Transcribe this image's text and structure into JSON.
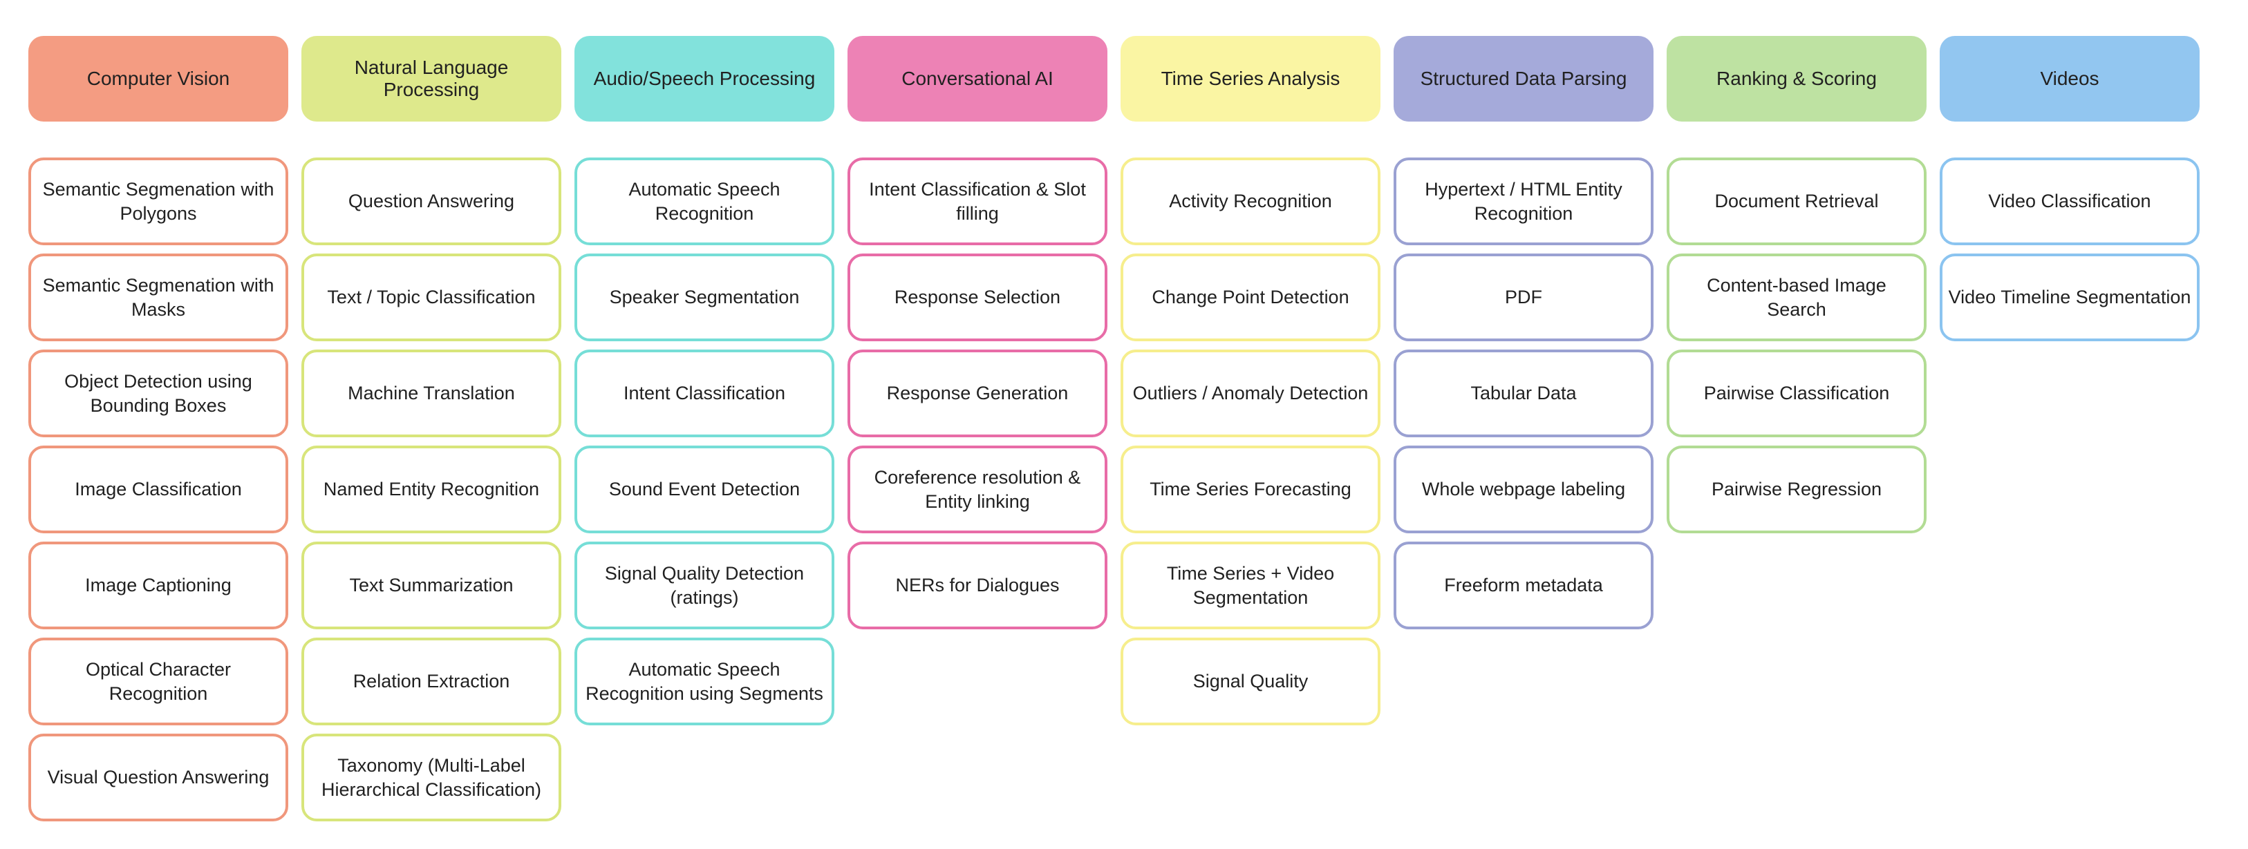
{
  "page": {
    "background": "#ffffff",
    "text_color": "#212121"
  },
  "columns": [
    {
      "id": "computer-vision",
      "label": "Computer Vision",
      "header_fill": "#F49C82",
      "card_border": "#F0977C",
      "items": [
        "Semantic Segmenation with Polygons",
        "Semantic Segmenation with Masks",
        "Object Detection using Bounding Boxes",
        "Image Classification",
        "Image Captioning",
        "Optical Character Recognition",
        "Visual Question Answering"
      ]
    },
    {
      "id": "natural-language-processing",
      "label": "Natural Language Processing",
      "header_fill": "#DEE98C",
      "card_border": "#D8E57B",
      "items": [
        "Question Answering",
        "Text / Topic Classification",
        "Machine Translation",
        "Named Entity Recognition",
        "Text Summarization",
        "Relation Extraction",
        "Taxonomy (Multi-Label Hierarchical Classification)"
      ]
    },
    {
      "id": "audio-speech-processing",
      "label": "Audio/Speech Processing",
      "header_fill": "#82E2DC",
      "card_border": "#76DED7",
      "items": [
        "Automatic Speech Recognition",
        "Speaker Segmentation",
        "Intent Classification",
        "Sound Event Detection",
        "Signal Quality Detection (ratings)",
        "Automatic Speech Recognition using Segments"
      ]
    },
    {
      "id": "conversational-ai",
      "label": "Conversational AI",
      "header_fill": "#ED82B5",
      "card_border": "#E86CA7",
      "items": [
        "Intent Classification & Slot filling",
        "Response Selection",
        "Response Generation",
        "Coreference resolution & Entity linking",
        "NERs for Dialogues"
      ]
    },
    {
      "id": "time-series-analysis",
      "label": "Time Series Analysis",
      "header_fill": "#FAF5A3",
      "card_border": "#F6EE8D",
      "items": [
        "Activity Recognition",
        "Change Point Detection",
        "Outliers / Anomaly Detection",
        "Time Series Forecasting",
        "Time Series + Video Segmentation",
        "Signal Quality"
      ]
    },
    {
      "id": "structured-data-parsing",
      "label": "Structured Data Parsing",
      "header_fill": "#A5AADA",
      "card_border": "#9AA1D2",
      "items": [
        "Hypertext / HTML Entity Recognition",
        "PDF",
        "Tabular Data",
        "Whole webpage labeling",
        "Freeform metadata"
      ]
    },
    {
      "id": "ranking-scoring",
      "label": "Ranking & Scoring",
      "header_fill": "#BEE2A2",
      "card_border": "#B2DC94",
      "items": [
        "Document Retrieval",
        "Content-based Image Search",
        "Pairwise Classification",
        "Pairwise Regression"
      ]
    },
    {
      "id": "videos",
      "label": "Videos",
      "header_fill": "#92C6F0",
      "card_border": "#8BC4F0",
      "items": [
        "Video Classification",
        "Video Timeline Segmentation"
      ]
    }
  ]
}
